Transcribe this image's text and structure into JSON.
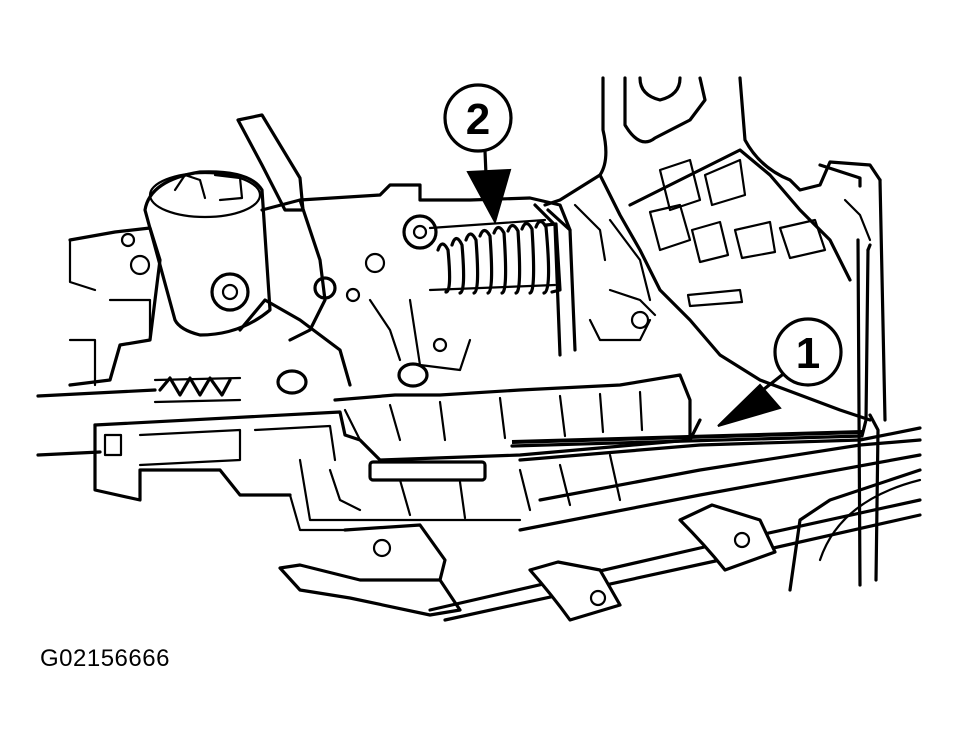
{
  "callouts": [
    {
      "label": "1",
      "meaning": ""
    },
    {
      "label": "2",
      "meaning": ""
    }
  ],
  "figure_id": "G02156666",
  "colors": {
    "ink": "#000000",
    "background": "#ffffff"
  }
}
